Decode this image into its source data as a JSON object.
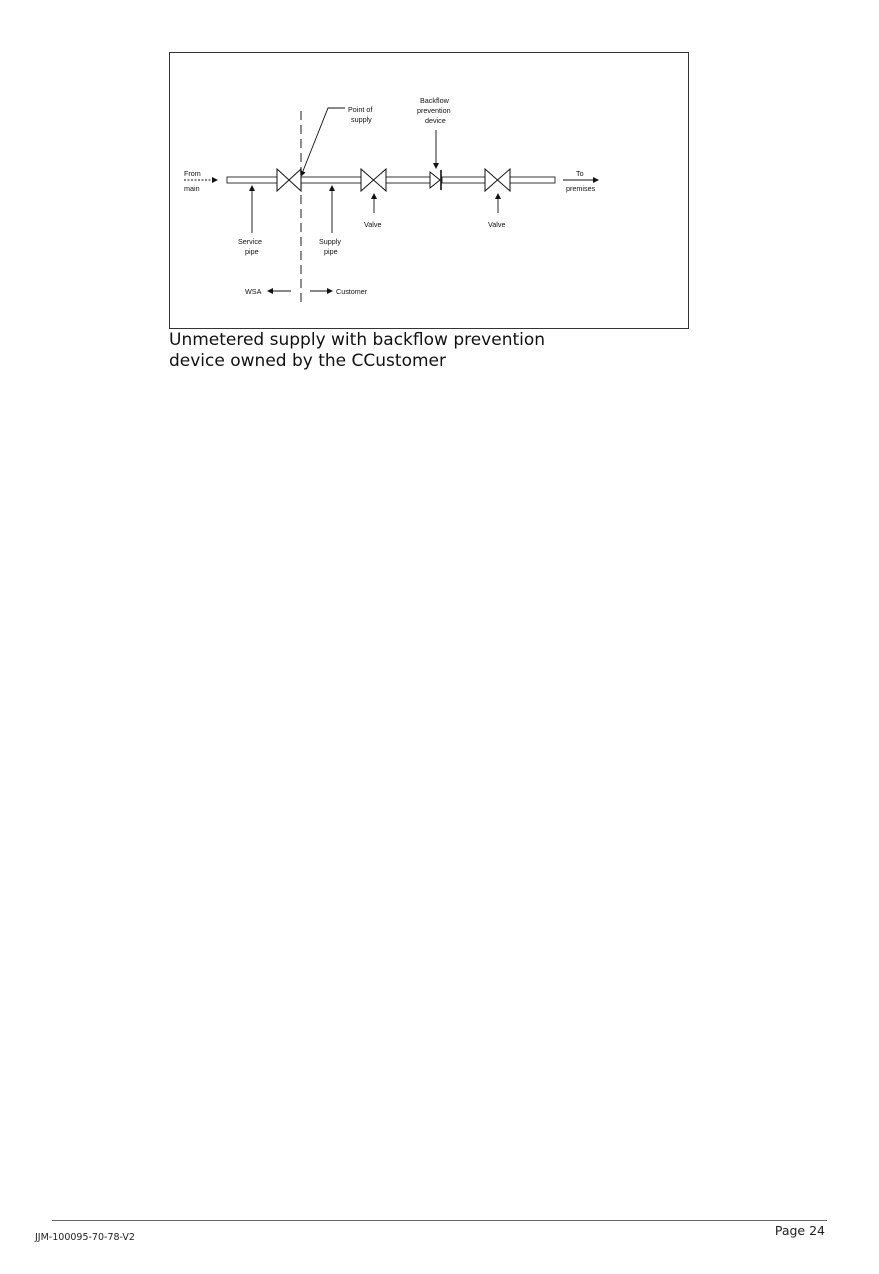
{
  "diagram": {
    "labels": {
      "from_main_1": "From",
      "from_main_2": "main",
      "point_of_supply_1": "Point of",
      "point_of_supply_2": "supply",
      "backflow_1": "Backflow",
      "backflow_2": "prevention",
      "backflow_3": "device",
      "to_premises_1": "To",
      "to_premises_2": "premises",
      "service_pipe_1": "Service",
      "service_pipe_2": "pipe",
      "supply_pipe_1": "Supply",
      "supply_pipe_2": "pipe",
      "valve_1": "Valve",
      "valve_2": "Valve",
      "wsa": "WSA",
      "customer": "Customer"
    }
  },
  "caption": {
    "line1": "Unmetered supply with backflow prevention",
    "line2": "device owned by the CCustomer"
  },
  "footer": {
    "doc_id": "JJM-100095-70-78-V2",
    "page": "Page 24"
  }
}
